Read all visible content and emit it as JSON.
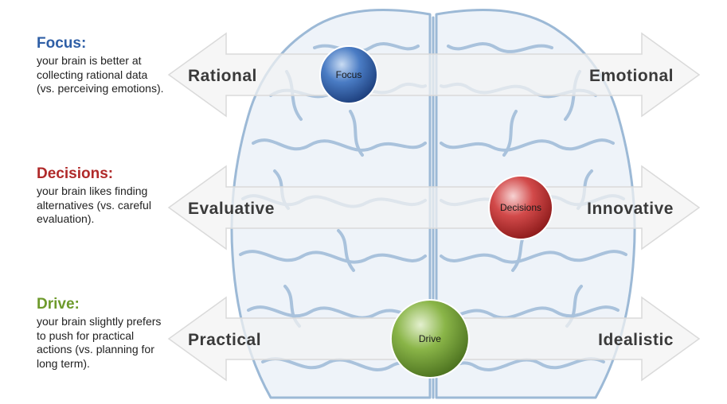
{
  "colors": {
    "focus": "#2f5fa6",
    "decisions": "#b02a2a",
    "drive": "#6e9a2c",
    "brain": "#8fb0cf",
    "arrow_fill": "#f2f2f2",
    "arrow_stroke": "#dadada"
  },
  "sections": [
    {
      "key": "focus",
      "title": "Focus:",
      "description": "your brain is better at collecting rational data (vs. perceiving emotions).",
      "left_pole": "Rational",
      "right_pole": "Emotional",
      "ball_label": "Focus",
      "position": 0.19
    },
    {
      "key": "decisions",
      "title": "Decisions:",
      "description": "your brain likes finding alternatives (vs. careful evaluation).",
      "left_pole": "Evaluative",
      "right_pole": "Innovative",
      "ball_label": "Decisions",
      "position": 0.72
    },
    {
      "key": "drive",
      "title": "Drive:",
      "description": "your brain slightly prefers to push for practical actions (vs. planning for long term).",
      "left_pole": "Practical",
      "right_pole": "Idealistic",
      "ball_label": "Drive",
      "position": 0.44
    }
  ]
}
